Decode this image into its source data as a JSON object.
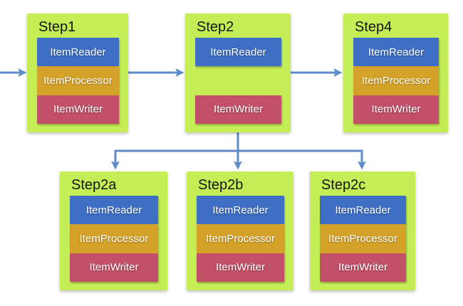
{
  "colors": {
    "step_background": "#c5ee56",
    "reader": "#3e6fc4",
    "processor": "#d5a229",
    "writer": "#c25068",
    "connector": "#5e8cc8",
    "title_text": "#151515",
    "component_text": "#ffffff"
  },
  "diagram": {
    "steps": [
      {
        "title": "Step1",
        "components": [
          {
            "label": "ItemReader",
            "role": "reader"
          },
          {
            "label": "ItemProcessor",
            "role": "processor"
          },
          {
            "label": "ItemWriter",
            "role": "writer"
          }
        ]
      },
      {
        "title": "Step2",
        "components": [
          {
            "label": "ItemReader",
            "role": "reader"
          },
          {
            "label": "ItemWriter",
            "role": "writer"
          }
        ]
      },
      {
        "title": "Step4",
        "components": [
          {
            "label": "ItemReader",
            "role": "reader"
          },
          {
            "label": "ItemProcessor",
            "role": "processor"
          },
          {
            "label": "ItemWriter",
            "role": "writer"
          }
        ]
      },
      {
        "title": "Step2a",
        "components": [
          {
            "label": "ItemReader",
            "role": "reader"
          },
          {
            "label": "ItemProcessor",
            "role": "processor"
          },
          {
            "label": "ItemWriter",
            "role": "writer"
          }
        ]
      },
      {
        "title": "Step2b",
        "components": [
          {
            "label": "ItemReader",
            "role": "reader"
          },
          {
            "label": "ItemProcessor",
            "role": "processor"
          },
          {
            "label": "ItemWriter",
            "role": "writer"
          }
        ]
      },
      {
        "title": "Step2c",
        "components": [
          {
            "label": "ItemReader",
            "role": "reader"
          },
          {
            "label": "ItemProcessor",
            "role": "processor"
          },
          {
            "label": "ItemWriter",
            "role": "writer"
          }
        ]
      }
    ],
    "connections": [
      {
        "from": "start",
        "to": "Step1"
      },
      {
        "from": "Step1",
        "to": "Step2"
      },
      {
        "from": "Step2",
        "to": "Step4"
      },
      {
        "from": "Step2",
        "to": "Step2a"
      },
      {
        "from": "Step2",
        "to": "Step2b"
      },
      {
        "from": "Step2",
        "to": "Step2c"
      }
    ]
  }
}
